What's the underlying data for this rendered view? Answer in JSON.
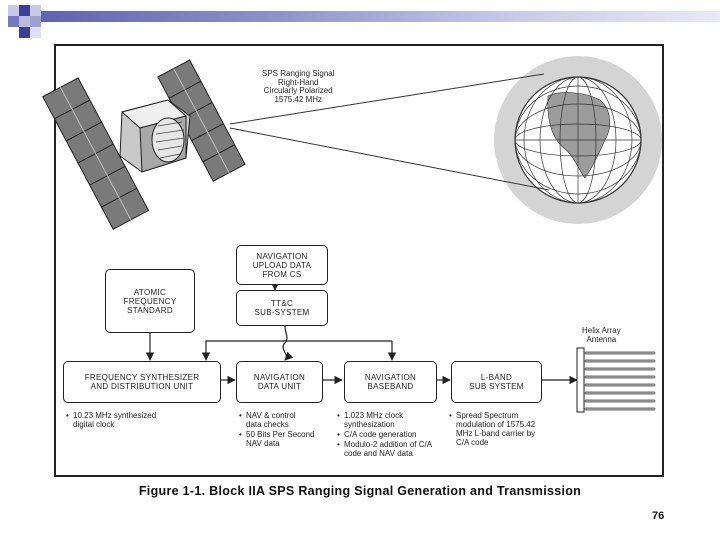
{
  "figure": {
    "signal_label": [
      "SPS Ranging Signal",
      "Right-Hand",
      "Circularly Polarized",
      "1575.42 MHz"
    ],
    "blocks": {
      "atomic": [
        "ATOMIC",
        "FREQUENCY",
        "STANDARD"
      ],
      "nav_upload": [
        "NAVIGATION",
        "UPLOAD DATA",
        "FROM CS"
      ],
      "ttc": [
        "TT&C",
        "SUB-SYSTEM"
      ],
      "freq_synth": [
        "FREQUENCY SYNTHESIZER",
        "AND DISTRIBUTION UNIT"
      ],
      "nav_data": [
        "NAVIGATION",
        "DATA UNIT"
      ],
      "nav_baseband": [
        "NAVIGATION",
        "BASEBAND"
      ],
      "lband": [
        "L-BAND",
        "SUB SYSTEM"
      ]
    },
    "antenna_label": [
      "Helix Array",
      "Antenna"
    ],
    "notes": {
      "freq_synth": [
        [
          "10.23 MHz synthesized",
          "digital clock"
        ]
      ],
      "nav_data": [
        [
          "NAV & control",
          "data checks"
        ],
        [
          "50 Bits Per Second",
          "NAV data"
        ]
      ],
      "nav_baseband": [
        [
          "1.023 MHz clock",
          "synthesization"
        ],
        [
          "C/A code generation"
        ],
        [
          "Modulo-2 addition of C/A",
          "code and NAV data"
        ]
      ],
      "lband": [
        [
          "Spread Spectrum",
          "modulation of 1575.42",
          "MHz L-band carrier by",
          "C/A code"
        ]
      ]
    }
  },
  "caption": "Figure 1-1. Block IIA SPS Ranging Signal Generation and Transmission",
  "page_number": "76"
}
